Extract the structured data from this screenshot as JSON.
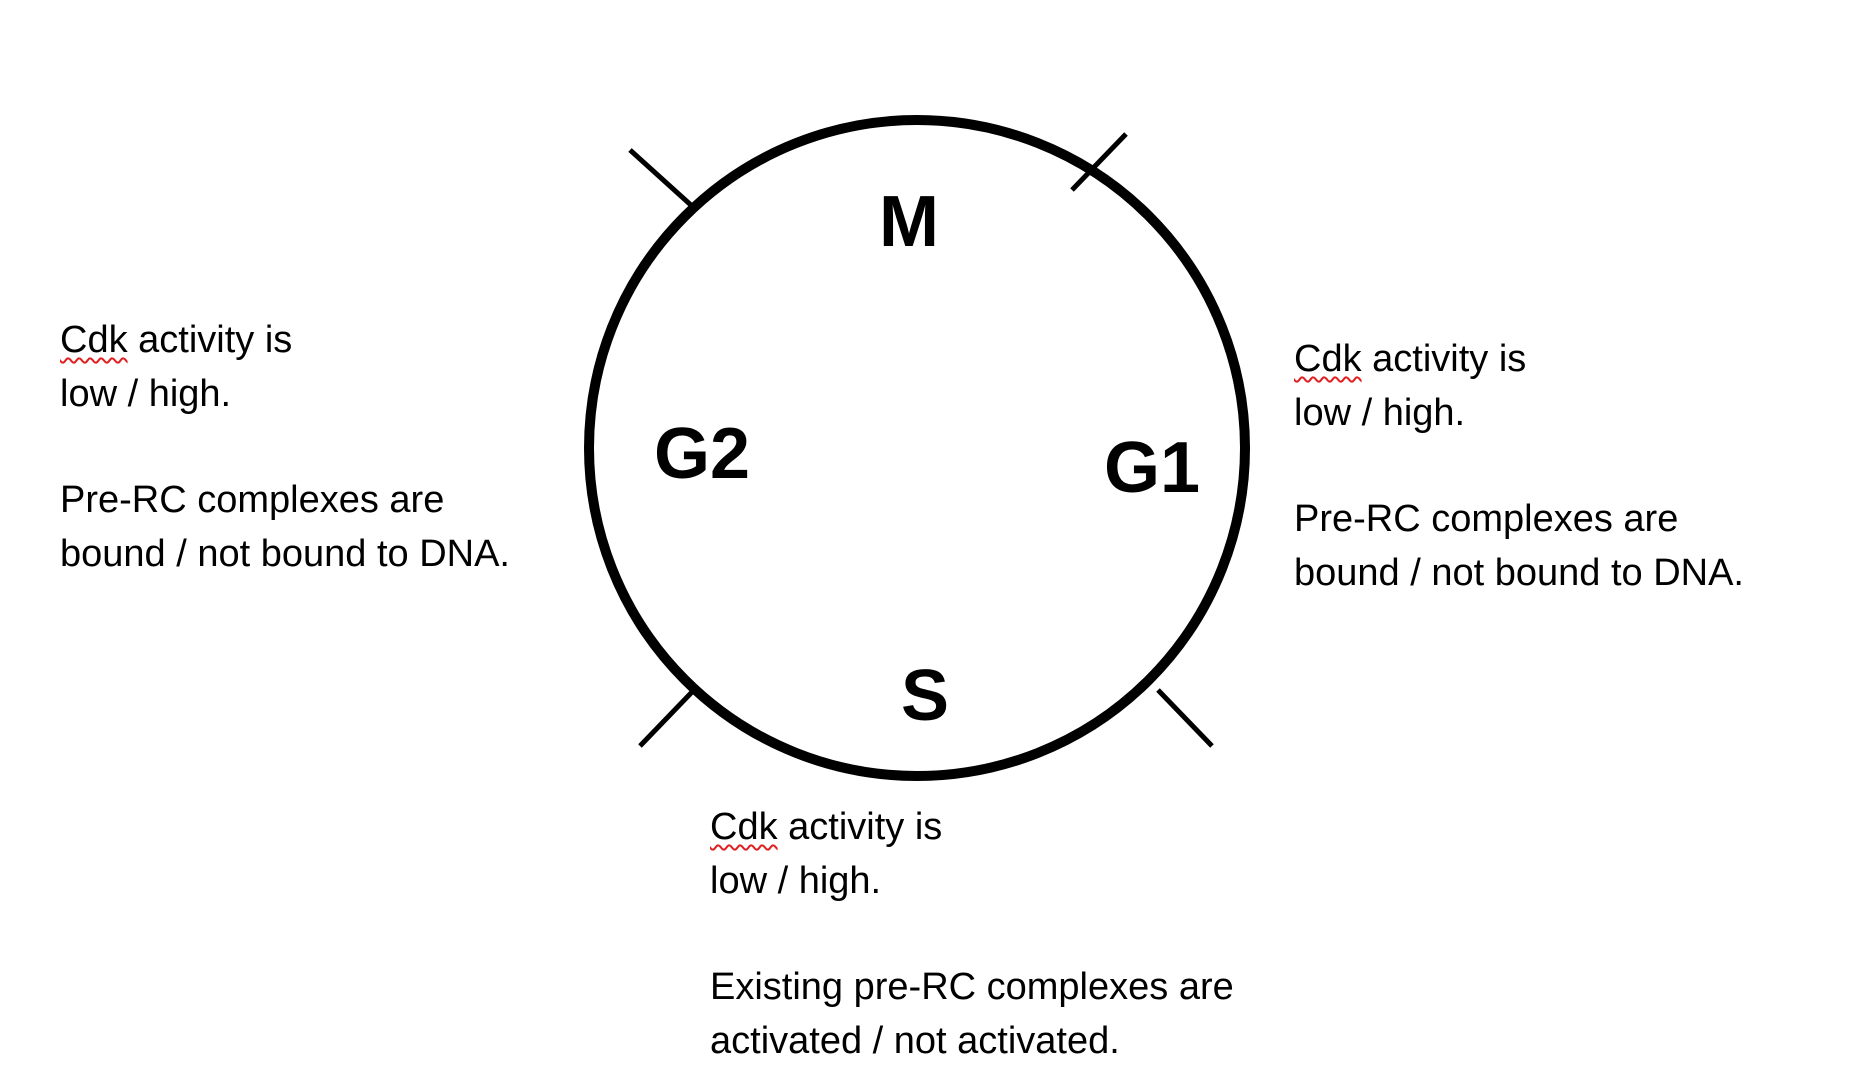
{
  "phases": {
    "m": "M",
    "g1": "G1",
    "s": "S",
    "g2": "G2"
  },
  "left_block": {
    "cdk_word": "Cdk",
    "cdk_rest": " activity is",
    "cdk_options": "low / high.",
    "prerc_line1": "Pre-RC complexes are",
    "prerc_line2": "bound / not bound to DNA."
  },
  "right_block": {
    "cdk_word": "Cdk",
    "cdk_rest": " activity is",
    "cdk_options": "low / high.",
    "prerc_line1": "Pre-RC complexes are",
    "prerc_line2": "bound / not bound to DNA."
  },
  "bottom_block": {
    "cdk_word": "Cdk",
    "cdk_rest": " activity is",
    "cdk_options": "low / high.",
    "prerc_line1": "Existing pre-RC complexes are",
    "prerc_line2": "activated / not activated."
  },
  "colors": {
    "stroke": "#000000",
    "spellcheck_underline": "#e02020"
  }
}
